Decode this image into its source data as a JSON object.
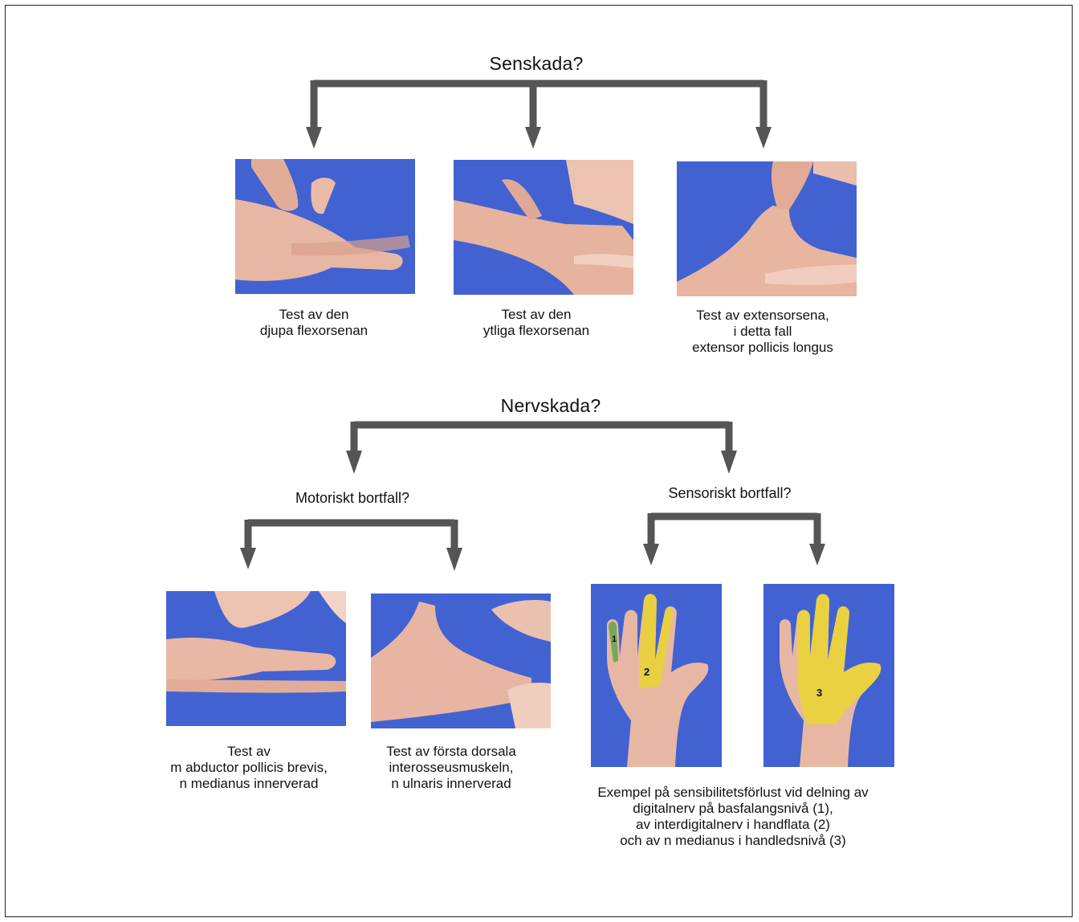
{
  "colors": {
    "background": "#3f5fd0",
    "skin": "#e9b59f",
    "arrow": "#555555",
    "highlight": "#e8d23a"
  },
  "tendon": {
    "heading": "Senskada?",
    "tests": [
      {
        "lines": [
          "Test av den",
          "djupa flexorsenan"
        ]
      },
      {
        "lines": [
          "Test av den",
          "ytliga flexorsenan"
        ]
      },
      {
        "lines": [
          "Test av extensorsena,",
          "i detta fall",
          "extensor pollicis longus"
        ]
      }
    ]
  },
  "nerve": {
    "heading": "Nervskada?",
    "motor": {
      "heading": "Motoriskt bortfall?",
      "tests": [
        {
          "lines": [
            "Test av",
            "m abductor pollicis brevis,",
            "n medianus innerverad"
          ]
        },
        {
          "lines": [
            "Test av första dorsala",
            "interosseusmuskeln,",
            "n ulnaris innerverad"
          ]
        }
      ]
    },
    "sensory": {
      "heading": "Sensoriskt bortfall?",
      "markers": [
        "1",
        "2",
        "3"
      ],
      "caption": [
        "Exempel på sensibilitetsförlust vid delning av",
        "digitalnerv på basfalangsnivå (1),",
        "av interdigitalnerv i handflata (2)",
        "och av n medianus i handledsnivå (3)"
      ]
    }
  }
}
